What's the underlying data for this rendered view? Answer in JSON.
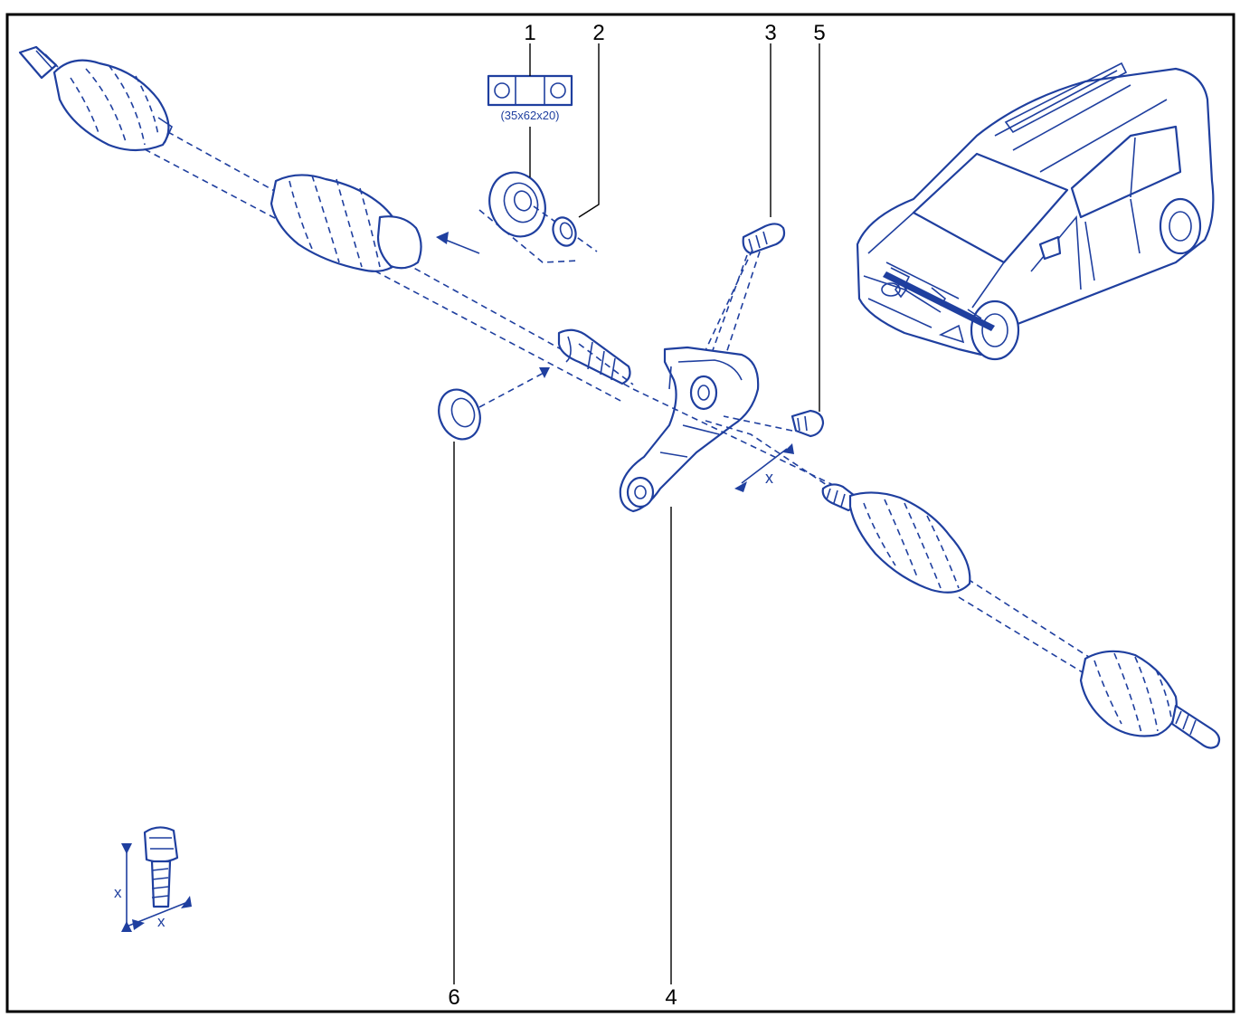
{
  "diagram": {
    "callouts": {
      "c1": "1",
      "c2": "2",
      "c3": "3",
      "c4": "4",
      "c5": "5",
      "c6": "6"
    },
    "bearing_size": "(35x62x20)",
    "torque_marker": "x",
    "colors": {
      "line": "#1f3f9f",
      "frame": "#000000",
      "background": "#ffffff"
    }
  }
}
